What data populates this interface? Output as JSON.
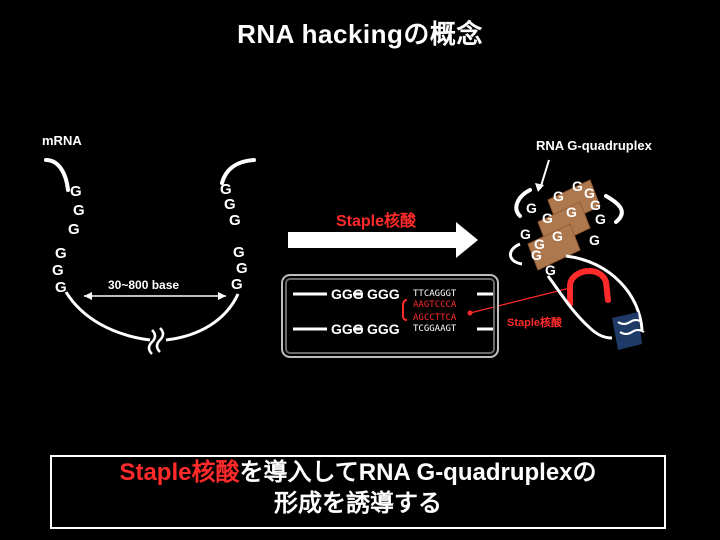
{
  "title": "RNA hackingの概念",
  "left": {
    "mrna_label": "mRNA",
    "distance_label": "30~800 base",
    "g_letter": "G"
  },
  "middle": {
    "staple_label": "Staple核酸",
    "rows": [
      {
        "ggg_a": "GGG",
        "ggg_b": "GGG",
        "seq": "TTCAGGGT"
      },
      {
        "ggg_a": "GGG",
        "ggg_b": "GGG",
        "seq": "TCGGAAGT"
      }
    ],
    "staple_seq_top": "AAGTCCCA",
    "staple_seq_bottom": "AGCCTTCA"
  },
  "right": {
    "g4_label": "RNA G-quadruplex",
    "staple_label_small": "Staple核酸"
  },
  "caption": {
    "line1_red": "Staple核酸",
    "line1_rest": "を導入してRNA G-quadruplexの",
    "line2": "形成を誘導する"
  },
  "colors": {
    "background": "#000000",
    "accent_red": "#ff2a2a",
    "g4_plane": "#e8a06a",
    "strand_end": "#1f3a66"
  }
}
